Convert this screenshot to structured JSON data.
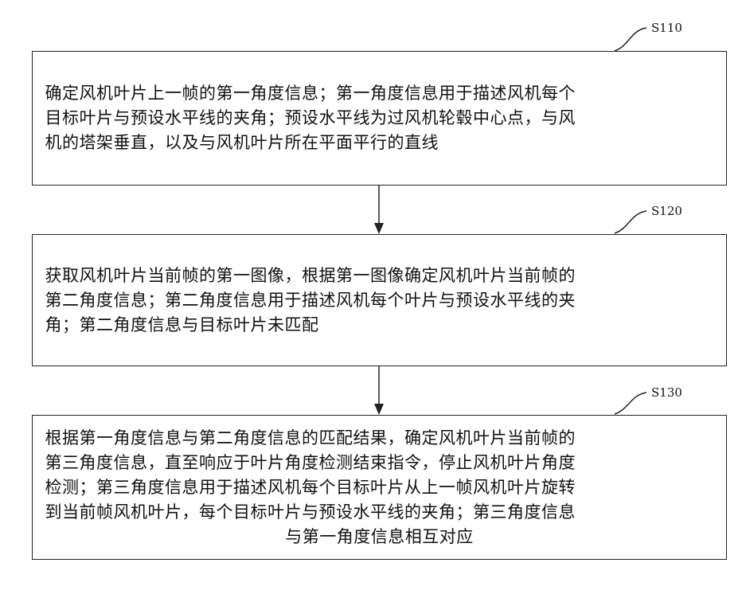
{
  "steps": [
    {
      "id": "S110",
      "lines": [
        "确定风机叶片上一帧的第一角度信息；第一角度信息用于描述风机每个",
        "目标叶片与预设水平线的夹角；预设水平线为过风机轮毂中心点，与风",
        "机的塔架垂直，以及与风机叶片所在平面平行的直线"
      ]
    },
    {
      "id": "S120",
      "lines": [
        "获取风机叶片当前帧的第一图像，根据第一图像确定风机叶片当前帧的",
        "第二角度信息；第二角度信息用于描述风机每个叶片与预设水平线的夹",
        "角；第二角度信息与目标叶片未匹配"
      ]
    },
    {
      "id": "S130",
      "lines": [
        "根据第一角度信息与第二角度信息的匹配结果，确定风机叶片当前帧的",
        "第三角度信息，直至响应于叶片角度检测结束指令，停止风机叶片角度",
        "检测；第三角度信息用于描述风机每个目标叶片从上一帧风机叶片旋转",
        "到当前帧风机叶片，每个目标叶片与预设水平线的夹角；第三角度信息",
        "与第一角度信息相互对应"
      ]
    }
  ]
}
